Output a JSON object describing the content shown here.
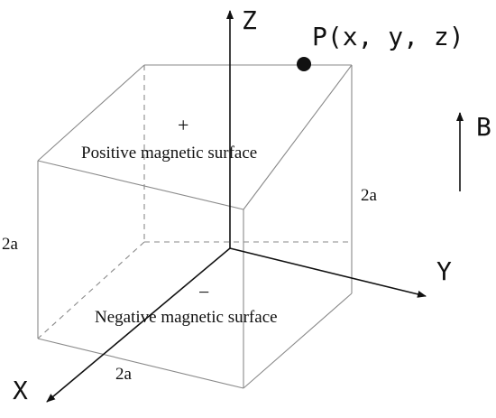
{
  "axes": {
    "z": "Z",
    "y": "Y",
    "x": "X"
  },
  "point_label": "P(x, y, z)",
  "field_label": "B",
  "surfaces": {
    "positive_sign": "+",
    "positive_label": "Positive magnetic surface",
    "negative_sign": "−",
    "negative_label": "Negative magnetic surface"
  },
  "dimensions": {
    "height_left": "2a",
    "height_right": "2a",
    "width_bottom": "2a"
  }
}
